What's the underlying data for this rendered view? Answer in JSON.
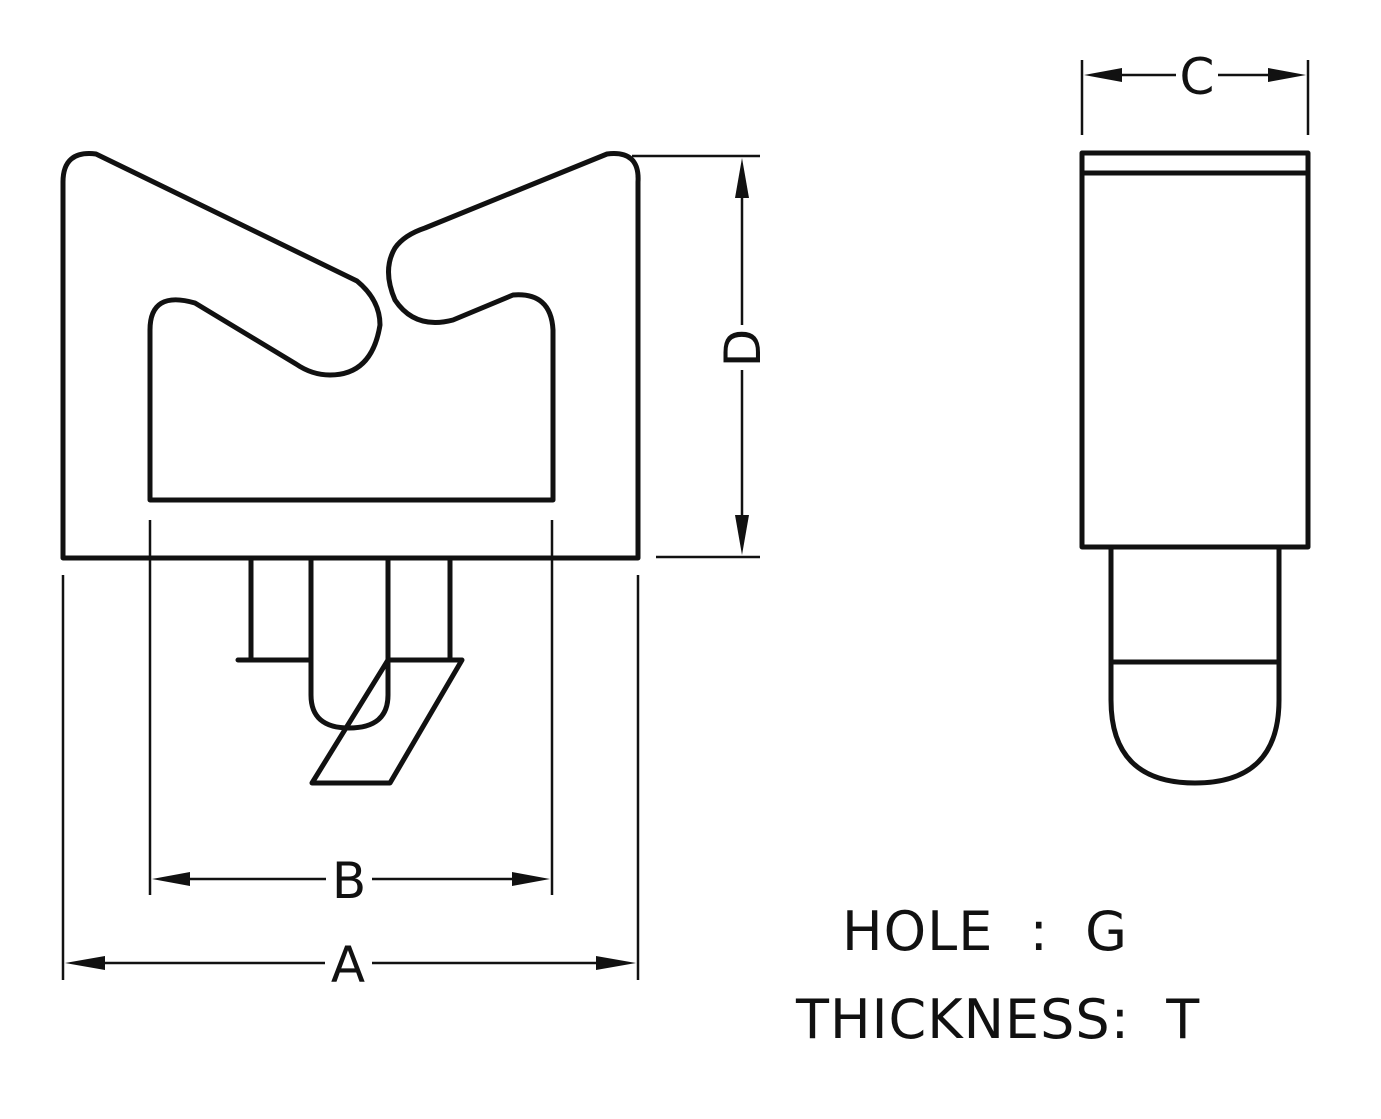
{
  "dimensions": {
    "a_label": "A",
    "b_label": "B",
    "c_label": "C",
    "d_label": "D"
  },
  "notes": {
    "hole": "HOLE  :  G",
    "thickness": "THICKNESS:  T"
  },
  "colors": {
    "line": "#111111",
    "background": "#ffffff"
  }
}
